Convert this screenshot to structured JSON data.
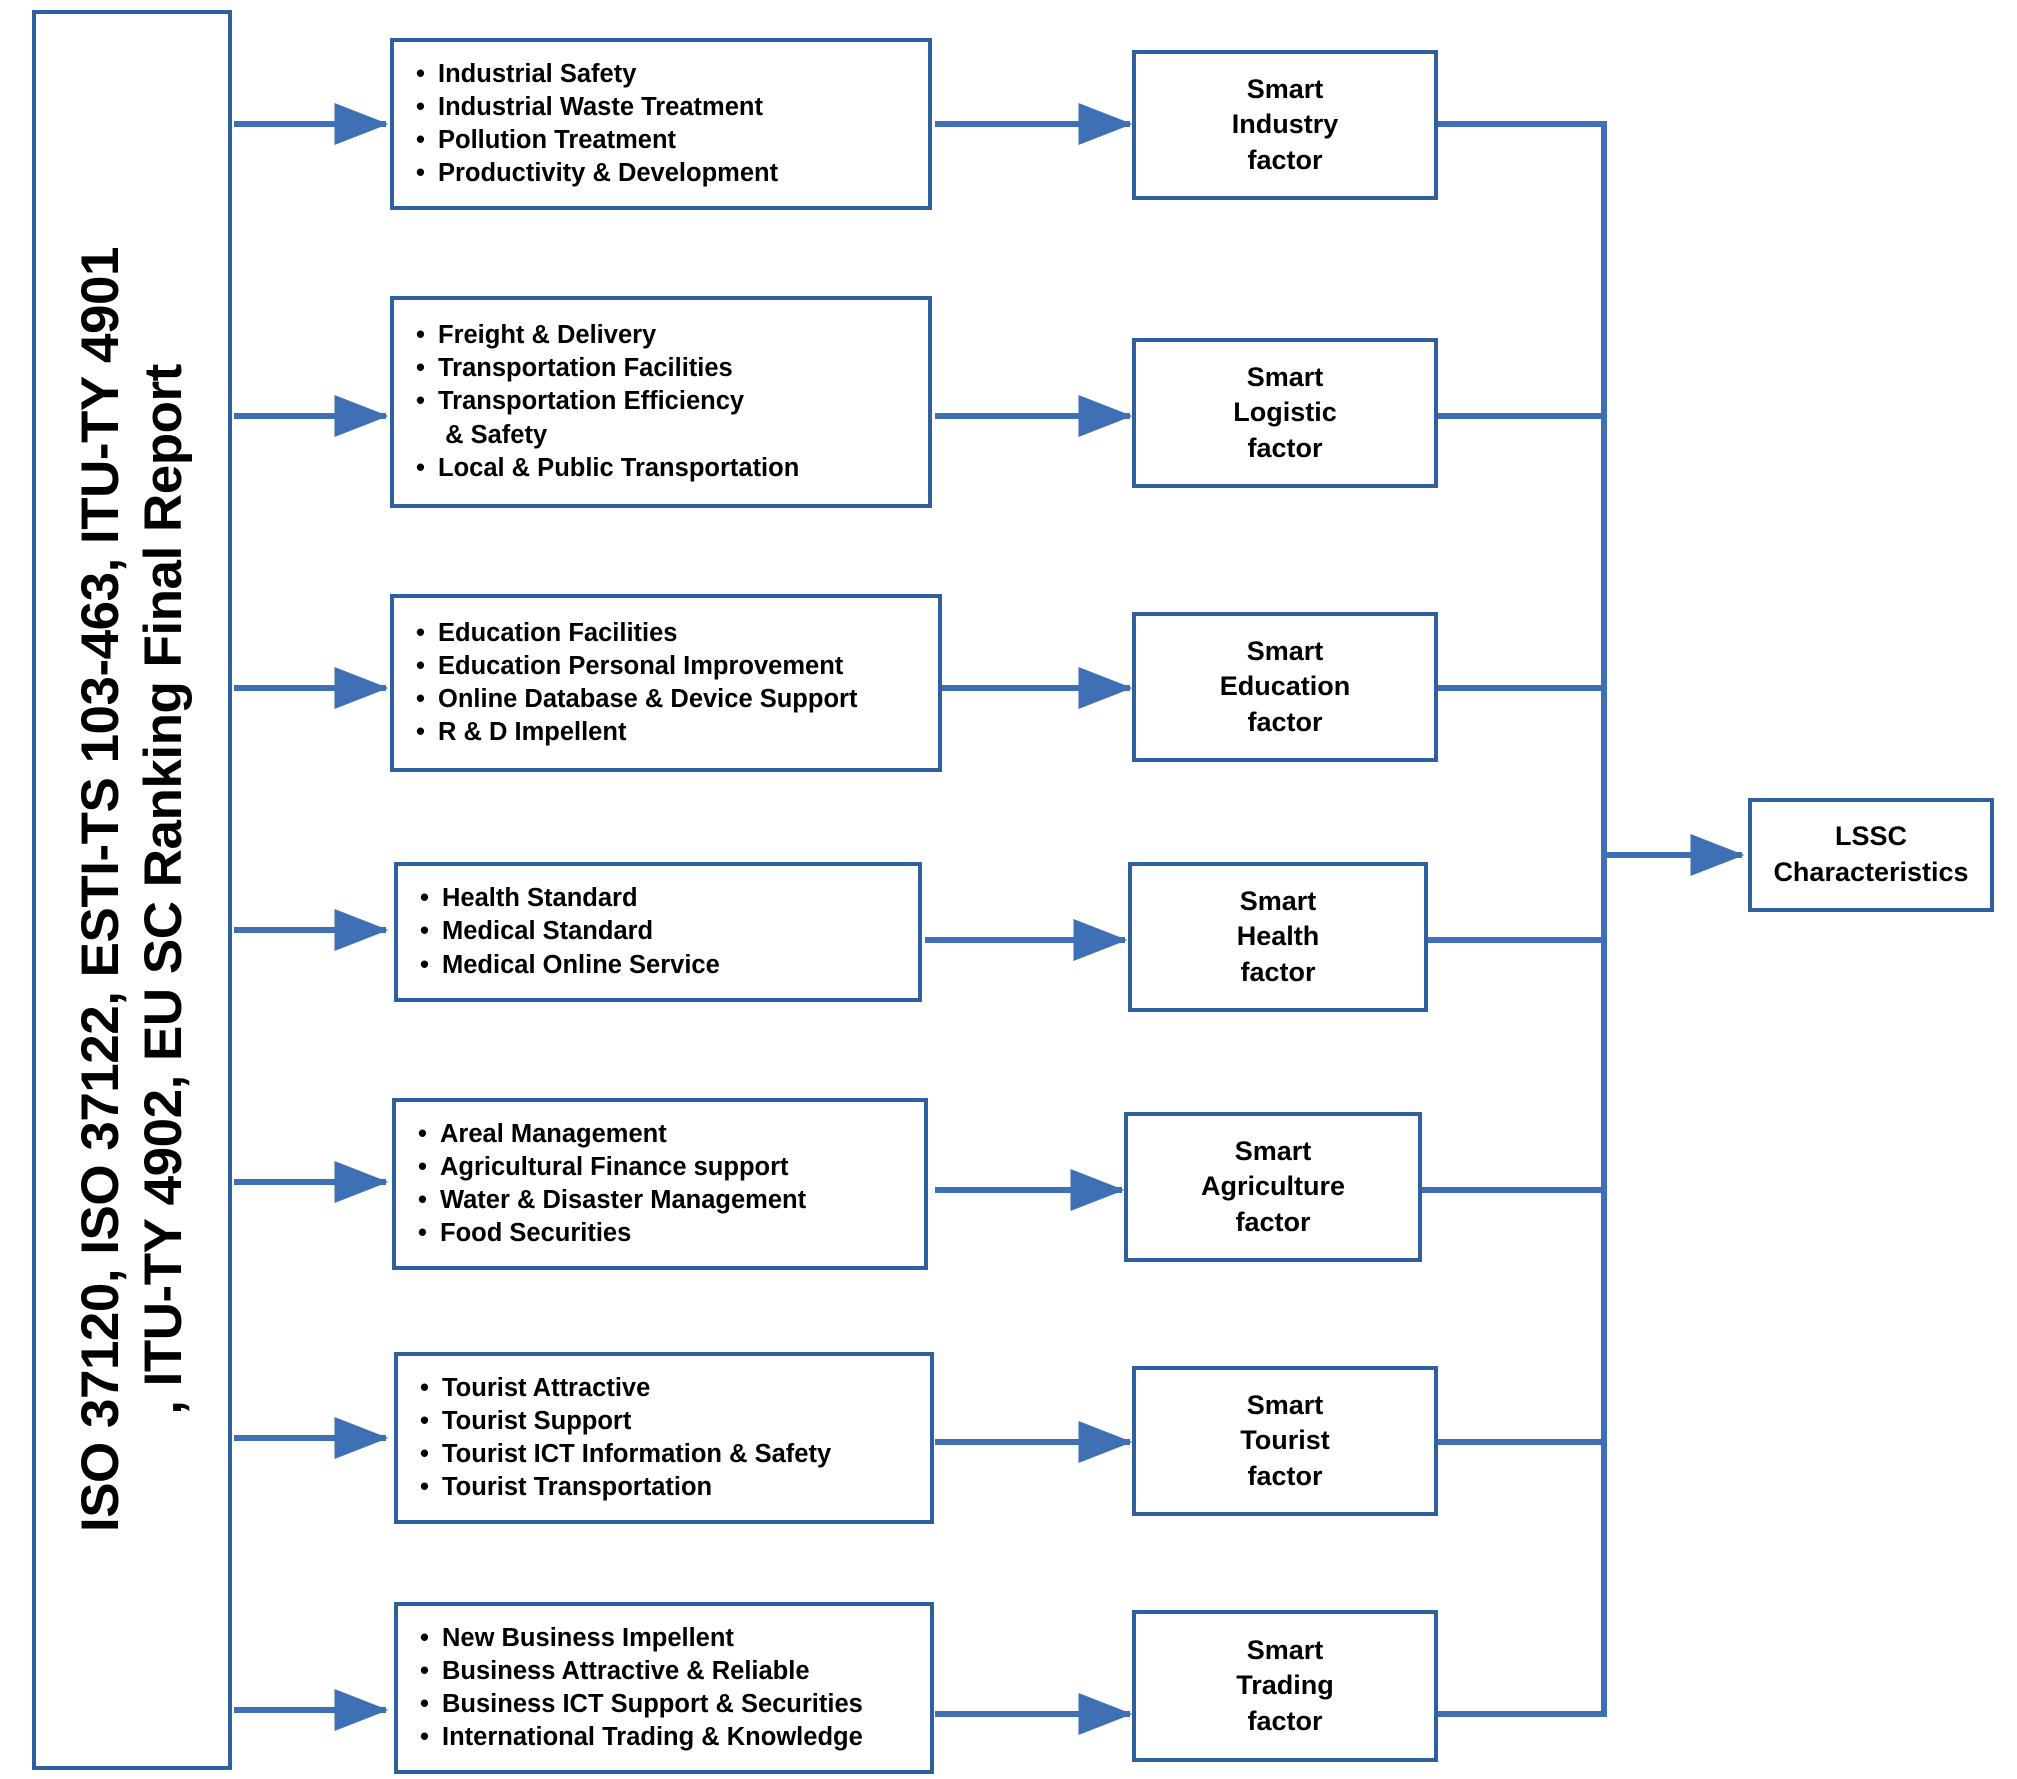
{
  "diagram": {
    "title_lines": [
      "ISO 37120, ISO 37122, ESTI-TS 103-463, ITU-TY 4901",
      ", ITU-TY 4902, EU SC Ranking Final Report"
    ],
    "colors": {
      "border": "#2e5f9e",
      "connector": "#3f6fb5",
      "text": "#000000",
      "background": "#ffffff"
    },
    "final_node": {
      "lines": [
        "LSSC",
        "Characteristics"
      ]
    },
    "branches": [
      {
        "id": "industry",
        "bullets": [
          {
            "marker": "•",
            "text": "Industrial Safety"
          },
          {
            "marker": "•",
            "text": "Industrial Waste Treatment"
          },
          {
            "marker": "•",
            "text": "Pollution Treatment"
          },
          {
            "marker": "•",
            "text": "Productivity & Development"
          }
        ],
        "factor_lines": [
          "Smart",
          "Industry",
          "factor"
        ]
      },
      {
        "id": "logistic",
        "bullets": [
          {
            "marker": "•",
            "text": "Freight & Delivery"
          },
          {
            "marker": "•",
            "text": "Transportation Facilities"
          },
          {
            "marker": "•",
            "text": "Transportation Efficiency"
          },
          {
            "marker": "",
            "text": " & Safety"
          },
          {
            "marker": "•",
            "text": "Local & Public Transportation"
          }
        ],
        "factor_lines": [
          "Smart",
          "Logistic",
          "factor"
        ]
      },
      {
        "id": "education",
        "bullets": [
          {
            "marker": "•",
            "text": "Education Facilities"
          },
          {
            "marker": "•",
            "text": "Education Personal Improvement"
          },
          {
            "marker": "•",
            "text": "Online Database & Device Support"
          },
          {
            "marker": "•",
            "text": "R & D Impellent"
          }
        ],
        "factor_lines": [
          "Smart",
          "Education",
          "factor"
        ]
      },
      {
        "id": "health",
        "bullets": [
          {
            "marker": "•",
            "text": "Health Standard"
          },
          {
            "marker": "•",
            "text": "Medical Standard"
          },
          {
            "marker": "•",
            "text": "Medical Online Service"
          }
        ],
        "factor_lines": [
          "Smart",
          "Health",
          "factor"
        ]
      },
      {
        "id": "agriculture",
        "bullets": [
          {
            "marker": "•",
            "text": "Areal Management"
          },
          {
            "marker": "•",
            "text": "Agricultural Finance support"
          },
          {
            "marker": "•",
            "text": "Water & Disaster Management"
          },
          {
            "marker": "•",
            "text": "Food Securities"
          }
        ],
        "factor_lines": [
          "Smart",
          "Agriculture",
          "factor"
        ]
      },
      {
        "id": "tourist",
        "bullets": [
          {
            "marker": "•",
            "text": "Tourist Attractive"
          },
          {
            "marker": "•",
            "text": "Tourist Support"
          },
          {
            "marker": "•",
            "text": "Tourist ICT  Information & Safety"
          },
          {
            "marker": "•",
            "text": "Tourist Transportation"
          }
        ],
        "factor_lines": [
          "Smart",
          "Tourist",
          "factor"
        ]
      },
      {
        "id": "trading",
        "bullets": [
          {
            "marker": "•",
            "text": "New Business Impellent"
          },
          {
            "marker": "•",
            "text": "Business Attractive & Reliable"
          },
          {
            "marker": "•",
            "text": "Business ICT Support & Securities"
          },
          {
            "marker": "•",
            "text": "International Trading & Knowledge"
          }
        ],
        "factor_lines": [
          "Smart",
          "Trading",
          "factor"
        ]
      }
    ]
  }
}
